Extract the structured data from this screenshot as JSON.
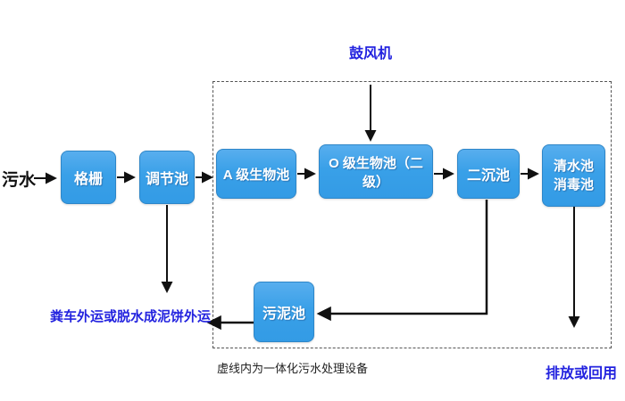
{
  "diagram": {
    "labels": {
      "sewage": "污水",
      "blower": "鼓风机",
      "sludge_out": "粪车外运或脱水成泥饼外运",
      "caption": "虚线内为一体化污水处理设备",
      "discharge": "排放或回用"
    },
    "boxes": {
      "grating": "格栅",
      "regulating": "调节池",
      "a_bio": "A 级生物池",
      "o_bio": "O 级生物池（二级）",
      "secondary": "二沉池",
      "clear_line1": "清水池",
      "clear_line2": "消毒池",
      "sludge": "污泥池"
    },
    "edges": [
      {
        "from": "污水",
        "to": "格栅"
      },
      {
        "from": "格栅",
        "to": "调节池"
      },
      {
        "from": "调节池",
        "to": "A 级生物池"
      },
      {
        "from": "A 级生物池",
        "to": "O 级生物池（二级）"
      },
      {
        "from": "鼓风机",
        "to": "O 级生物池（二级）"
      },
      {
        "from": "O 级生物池（二级）",
        "to": "二沉池"
      },
      {
        "from": "二沉池",
        "to": "清水池 消毒池"
      },
      {
        "from": "二沉池",
        "to": "污泥池"
      },
      {
        "from": "污泥池",
        "to": "粪车外运或脱水成泥饼外运"
      },
      {
        "from": "调节池",
        "to": "粪车外运或脱水成泥饼外运"
      },
      {
        "from": "清水池 消毒池",
        "to": "排放或回用"
      }
    ],
    "colors": {
      "box_fill_top": "#58AEEE",
      "box_fill_bottom": "#339BE5",
      "box_border": "#2E86C8",
      "box_text": "#FFFFFF",
      "blue_label": "#2323DF",
      "arrow": "#111111",
      "dashed_border": "#555555",
      "background": "#FFFFFF"
    }
  }
}
